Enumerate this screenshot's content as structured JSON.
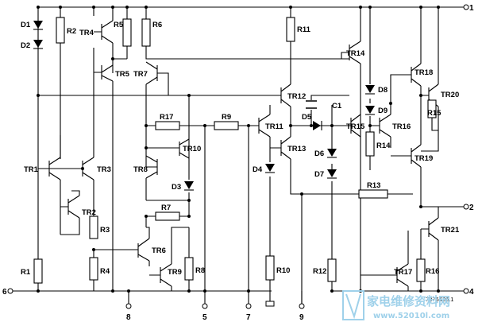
{
  "diagram": {
    "pins": [
      "1",
      "2",
      "4",
      "5",
      "6",
      "7",
      "8",
      "9"
    ],
    "diodes": [
      "D1",
      "D2",
      "D3",
      "D4",
      "D5",
      "D6",
      "D7",
      "D8",
      "D9"
    ],
    "resistors": [
      "R1",
      "R2",
      "R3",
      "R4",
      "R5",
      "R6",
      "R7",
      "R8",
      "R9",
      "R10",
      "R11",
      "R12",
      "R13",
      "R14",
      "R15",
      "R16",
      "R17"
    ],
    "capacitors": [
      "C1"
    ],
    "transistors": [
      "TR1",
      "TR2",
      "TR3",
      "TR4",
      "TR5",
      "TR6",
      "TR7",
      "TR8",
      "TR9",
      "TR10",
      "TR11",
      "TR12",
      "TR13",
      "TR14",
      "TR15",
      "TR16",
      "TR17",
      "TR18",
      "TR19",
      "TR20",
      "TR21"
    ],
    "figure_ref": "7276436.1"
  },
  "watermark": {
    "logo_text": "家电维修资料网",
    "url_text": "www.52010l.com",
    "color": "#9fd1ea"
  }
}
